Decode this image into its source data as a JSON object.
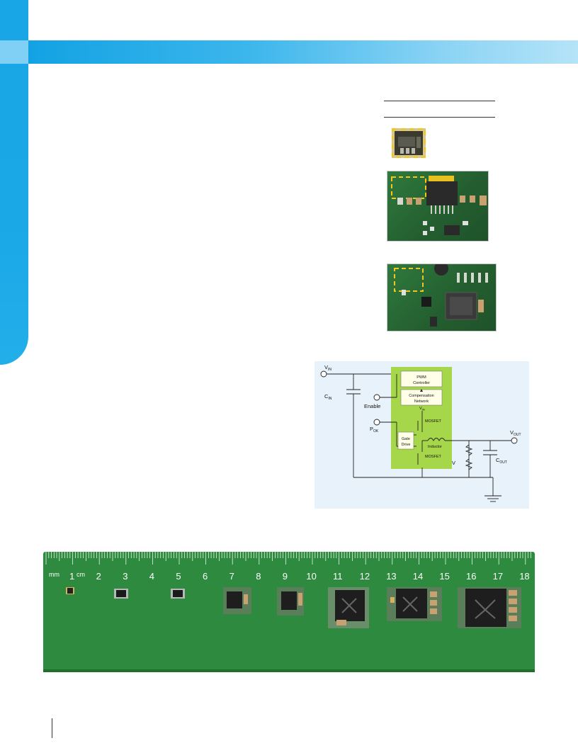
{
  "circuit": {
    "vin": "V",
    "vin_sub": "IN",
    "cin": "C",
    "cin_sub": "IN",
    "enable": "Enable",
    "pok": "P",
    "pok_sub": "OK",
    "pwm_line1": "PWM",
    "pwm_line2": "Controller",
    "comp_line1": "Compensation",
    "comp_line2": "Network",
    "vin_inner": "V",
    "vin_inner_sub": "IN",
    "mosfet_top": "MOSFET",
    "mosfet_bottom": "MOSFET",
    "gate_line1": "Gate",
    "gate_line2": "Drive",
    "inductor": "Inductor",
    "vout": "V",
    "vout_sub": "OUT",
    "v_label": "V",
    "cout": "C",
    "cout_sub": "OUT"
  },
  "ruler": {
    "unit_mm": "mm",
    "unit_cm": "cm",
    "labels": [
      "1",
      "2",
      "3",
      "4",
      "5",
      "6",
      "7",
      "8",
      "9",
      "10",
      "11",
      "12",
      "13",
      "14",
      "15",
      "16",
      "17",
      "18"
    ]
  },
  "colors": {
    "band_blue": "#19a6e6",
    "ruler_green": "#2e8a3e",
    "highlight_yellow": "#f5c518",
    "circuit_bg": "#e7f2fa",
    "module_green": "#a6d64a"
  }
}
